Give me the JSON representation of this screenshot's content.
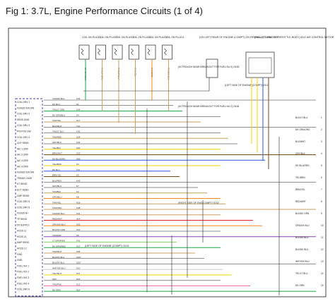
{
  "title": "Fig 1: 3.7L, Engine Performance Circuits (1 of 4)",
  "colors": {
    "frame": "#1a1a1a",
    "wire": "#222222",
    "pcm_dash": "#3b3bbb",
    "green": "#1aa84a",
    "orange": "#f08a1a",
    "red": "#e0202a",
    "yellow": "#f4d000",
    "blue": "#2b55d8",
    "purple": "#8844bb",
    "pink": "#f06ab0",
    "tan": "#c9a060",
    "gray": "#888888",
    "brown": "#7a4a1a",
    "lightgreen": "#8bd86a",
    "white": "#cccccc"
  },
  "coils": [
    {
      "label": "COIL ON PLUG 1",
      "wire": "DK GRN/BLU"
    },
    {
      "label": "COIL ON PLUG 2",
      "wire": "TAN/LT GRN"
    },
    {
      "label": "COIL ON PLUG 3",
      "wire": "TAN/LT BLU"
    },
    {
      "label": "COIL ON PLUG 4",
      "wire": "TAN/YEL"
    },
    {
      "label": "COIL ON PLUG 5",
      "wire": "TAN/ORG"
    },
    {
      "label": "COIL ON PLUG 6",
      "wire": "TAN/DK BLU"
    }
  ],
  "top_right": {
    "capacitor": "(ON LEFT REAR OF ENGINE (COMPT) ON FIREWALL) CAPACITOR",
    "iac": "(ON LEFT SIDE OF THROTTLE BODY) IDLE AIR CONTROL MOTOR"
  },
  "annotations": {
    "splice_top": "(IN TROUGH NEAR BREAKOUT FOR FUEL INJ 4) S153",
    "ground_g101": "(LEFT SIDE OF ENGINE (COMPT) G101",
    "splice_mid": "(IN TROUGH NEAR BREAKOUT FOR FUEL INJ 2) S154",
    "splice_bottom": "(RIGHT SIDE OF ENG COMPT) S152",
    "ground_g102": "(LEFT SIDE OF ENGINE (COMPT) G102"
  },
  "pcm_pins": [
    "COIL DRV 1",
    "FUSED IGN SW",
    "COIL DRV 2",
    "SENS GND",
    "COIL DRV 3",
    "P/N POS SW",
    "COIL DRV 4",
    "CKP SENS",
    "IAC 1 DRV",
    "IAC 2 DRV",
    "IAC 3 DRV",
    "IAC 4 DRV",
    "FUSED IGN SW",
    "TRANS CASE",
    "KT SENS",
    "ECT SENS",
    "CMP SENS",
    "COIL DRV 5",
    "COIL DRV 6",
    "FUSED B+",
    "TP SENS",
    "5V SUPPLY",
    "HO2S 11",
    "HO2S 21",
    "MAP SENS",
    "HO2S 12",
    "GND",
    "GND",
    "FUEL INJ 1",
    "FUEL INJ 2",
    "FUEL INJ 3",
    "FUEL INJ 4",
    "COIL DRV 6"
  ],
  "left_wires": [
    {
      "code": "TAN/DK BLU",
      "pin": "K32"
    },
    {
      "code": "DK BLU",
      "pin": "K1"
    },
    {
      "code": "TAN/LT GRN",
      "pin": "K34"
    },
    {
      "code": "DK GRN/BLU",
      "pin": "K4"
    },
    {
      "code": "TAN/YEL",
      "pin": "K17"
    },
    {
      "code": "BLK/WHT",
      "pin": "T41"
    },
    {
      "code": "TAN/LT BLU",
      "pin": "K30"
    },
    {
      "code": "TAN/RED",
      "pin": "K24"
    },
    {
      "code": "GRY/BLK",
      "pin": "K44"
    },
    {
      "code": "YEL/BLK",
      "pin": "K20"
    },
    {
      "code": "BRN/WHT",
      "pin": "K23"
    },
    {
      "code": "DK BLU/ORG",
      "pin": "K59"
    },
    {
      "code": "YEL/BRN",
      "pin": "K3"
    },
    {
      "code": "DK BLU",
      "pin": "T47"
    },
    {
      "code": "BRN/YEL",
      "pin": "K5"
    },
    {
      "code": "BLK/RED",
      "pin": "K43"
    },
    {
      "code": "GRY/BLK",
      "pin": "K7"
    },
    {
      "code": "TAN/BLK",
      "pin": "K2"
    },
    {
      "code": "ORG/BLU",
      "pin": "K8"
    },
    {
      "code": "TAN/YEL",
      "pin": "K18"
    },
    {
      "code": "TAN/ORG",
      "pin": "K38"
    },
    {
      "code": "TAN/DK BLU",
      "pin": "K31"
    },
    {
      "code": "RED/WHT",
      "pin": "A14"
    },
    {
      "code": "ORG/DK BLU",
      "pin": "K25"
    },
    {
      "code": "BLK/DK GRN",
      "pin": "K22"
    },
    {
      "code": "VIO/WHT",
      "pin": "K6"
    },
    {
      "code": "LT GRN/RED",
      "pin": "K41"
    },
    {
      "code": "DK GRN/RED",
      "pin": "K37"
    },
    {
      "code": "TAN/WHT",
      "pin": "K36"
    },
    {
      "code": "BLK/DK BLU",
      "pin": "2157"
    },
    {
      "code": "BLK/DK BLU",
      "pin": "2157"
    },
    {
      "code": "WHT/DK BLU",
      "pin": "K10"
    },
    {
      "code": "YEL/WHT",
      "pin": "K11"
    },
    {
      "code": "GRY",
      "pin": "K12"
    },
    {
      "code": "TAN/PNK",
      "pin": "K13"
    },
    {
      "code": "DK GRN",
      "pin": "K14"
    }
  ],
  "right_labels": [
    {
      "code": "BLK/LT BLU",
      "pin": "1"
    },
    {
      "code": "DK GRN/ORG",
      "pin": "2"
    },
    {
      "code": "BLK/WHT",
      "pin": "3"
    },
    {
      "code": "GRY/BLK",
      "pin": "4"
    },
    {
      "code": "DK BLU/ORG",
      "pin": "5"
    },
    {
      "code": "YEL/BRN",
      "pin": "6"
    },
    {
      "code": "BRN/YEL",
      "pin": "7"
    },
    {
      "code": "RED/WHT",
      "pin": "8"
    },
    {
      "code": "BLK/DK GRN",
      "pin": "9"
    },
    {
      "code": "ORG/DK BLU",
      "pin": "10"
    },
    {
      "code": "BLK/DK BLU",
      "pin": "11"
    },
    {
      "code": "BLK/DK BLU",
      "pin": "12"
    },
    {
      "code": "WHT/DK BLU",
      "pin": "13"
    },
    {
      "code": "YEL/LT BLU",
      "pin": "14"
    },
    {
      "code": "DK GRN",
      "pin": "15"
    }
  ]
}
